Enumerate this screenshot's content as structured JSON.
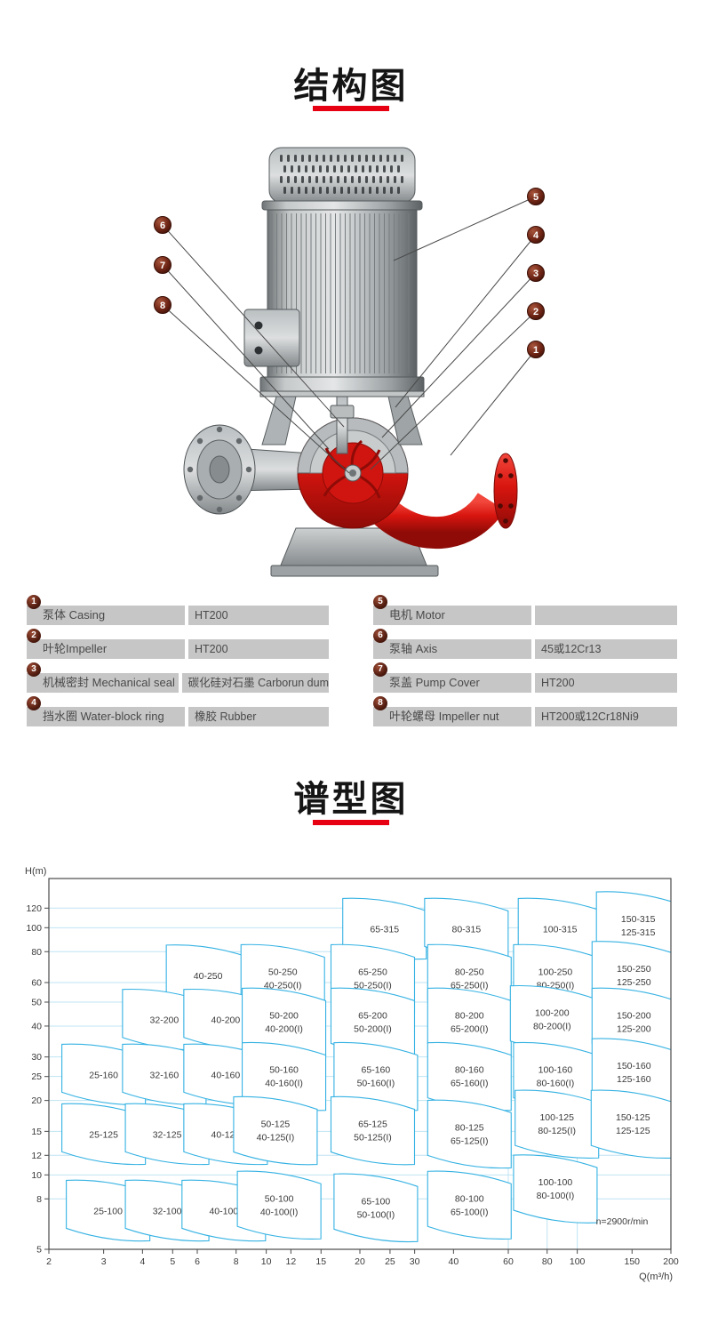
{
  "page": {
    "bg": "#ffffff",
    "accent_red": "#e60012"
  },
  "structure_section": {
    "title": "结构图"
  },
  "diagram": {
    "callouts_right": [
      "5",
      "4",
      "3",
      "2",
      "1"
    ],
    "callouts_left": [
      "6",
      "7",
      "8"
    ]
  },
  "parts_table": {
    "left": [
      {
        "no": "1",
        "name": "泵体 Casing",
        "value": "HT200"
      },
      {
        "no": "2",
        "name": "叶轮Impeller",
        "value": "HT200"
      },
      {
        "no": "3",
        "name": "机械密封 Mechanical seal",
        "value": "碳化硅对石墨 Carborun dum"
      },
      {
        "no": "4",
        "name": "挡水圈 Water-block ring",
        "value": "橡胶 Rubber"
      }
    ],
    "right": [
      {
        "no": "5",
        "name": "电机 Motor",
        "value": ""
      },
      {
        "no": "6",
        "name": "泵轴 Axis",
        "value": "45或12Cr13"
      },
      {
        "no": "7",
        "name": "泵盖 Pump Cover",
        "value": "HT200"
      },
      {
        "no": "8",
        "name": "叶轮螺母 Impeller nut",
        "value": "HT200或12Cr18Ni9"
      }
    ]
  },
  "spectrum_section": {
    "title": "谱型图"
  },
  "chart_data": {
    "type": "area",
    "title": "谱型图",
    "xlabel": "Q(m³/h)",
    "ylabel": "H(m)",
    "x_scale": "log",
    "y_scale": "log",
    "xlim": [
      2,
      200
    ],
    "ylim": [
      5,
      150
    ],
    "x_ticks": [
      2,
      3,
      4,
      5,
      6,
      8,
      10,
      12,
      15,
      20,
      25,
      30,
      40,
      60,
      80,
      100,
      150,
      200
    ],
    "y_ticks": [
      5,
      8,
      10,
      12,
      15,
      20,
      25,
      30,
      40,
      50,
      60,
      80,
      100,
      120
    ],
    "grid": true,
    "annotation": "n=2900r/min",
    "line_color": "#35b2e3",
    "grid_color": "#bfe4f3",
    "regions": [
      {
        "labels": [
          "65-315"
        ],
        "q": 24,
        "h": 105
      },
      {
        "labels": [
          "80-315"
        ],
        "q": 44,
        "h": 105
      },
      {
        "labels": [
          "100-315"
        ],
        "q": 88,
        "h": 105
      },
      {
        "labels": [
          "150-315",
          "125-315"
        ],
        "q": 157,
        "h": 108
      },
      {
        "labels": [
          "40-250"
        ],
        "q": 6.5,
        "h": 68
      },
      {
        "labels": [
          "50-250",
          "40-250(I)"
        ],
        "q": 11.3,
        "h": 66
      },
      {
        "labels": [
          "65-250",
          "50-250(I)"
        ],
        "q": 22,
        "h": 66
      },
      {
        "labels": [
          "80-250",
          "65-250(I)"
        ],
        "q": 45,
        "h": 66
      },
      {
        "labels": [
          "100-250",
          "80-250(I)"
        ],
        "q": 85,
        "h": 66
      },
      {
        "labels": [
          "150-250",
          "125-250"
        ],
        "q": 152,
        "h": 68
      },
      {
        "labels": [
          "32-200"
        ],
        "q": 4.7,
        "h": 45
      },
      {
        "labels": [
          "40-200"
        ],
        "q": 7.4,
        "h": 45
      },
      {
        "labels": [
          "50-200",
          "40-200(I)"
        ],
        "q": 11.4,
        "h": 44
      },
      {
        "labels": [
          "65-200",
          "50-200(I)"
        ],
        "q": 22,
        "h": 44
      },
      {
        "labels": [
          "80-200",
          "65-200(I)"
        ],
        "q": 45,
        "h": 44
      },
      {
        "labels": [
          "100-200",
          "80-200(I)"
        ],
        "q": 83,
        "h": 45
      },
      {
        "labels": [
          "150-200",
          "125-200"
        ],
        "q": 152,
        "h": 44
      },
      {
        "labels": [
          "25-160"
        ],
        "q": 3.0,
        "h": 27
      },
      {
        "labels": [
          "32-160"
        ],
        "q": 4.7,
        "h": 27
      },
      {
        "labels": [
          "40-160"
        ],
        "q": 7.4,
        "h": 27
      },
      {
        "labels": [
          "50-160",
          "40-160(I)"
        ],
        "q": 11.4,
        "h": 26.5
      },
      {
        "labels": [
          "65-160",
          "50-160(I)"
        ],
        "q": 22.5,
        "h": 26.5
      },
      {
        "labels": [
          "80-160",
          "65-160(I)"
        ],
        "q": 45,
        "h": 26.5
      },
      {
        "labels": [
          "100-160",
          "80-160(I)"
        ],
        "q": 85,
        "h": 26.5
      },
      {
        "labels": [
          "150-160",
          "125-160"
        ],
        "q": 152,
        "h": 27.5
      },
      {
        "labels": [
          "25-125"
        ],
        "q": 3.0,
        "h": 15.5
      },
      {
        "labels": [
          "32-125"
        ],
        "q": 4.8,
        "h": 15.5
      },
      {
        "labels": [
          "40-125"
        ],
        "q": 7.4,
        "h": 15.5
      },
      {
        "labels": [
          "50-125",
          "40-125(I)"
        ],
        "q": 10.7,
        "h": 16
      },
      {
        "labels": [
          "65-125",
          "50-125(I)"
        ],
        "q": 22,
        "h": 16
      },
      {
        "labels": [
          "80-125",
          "65-125(I)"
        ],
        "q": 45,
        "h": 15.5
      },
      {
        "labels": [
          "100-125",
          "80-125(I)"
        ],
        "q": 86,
        "h": 17
      },
      {
        "labels": [
          "150-125",
          "125-125"
        ],
        "q": 151,
        "h": 17
      },
      {
        "labels": [
          "25-100"
        ],
        "q": 3.1,
        "h": 7.6
      },
      {
        "labels": [
          "32-100"
        ],
        "q": 4.8,
        "h": 7.6
      },
      {
        "labels": [
          "40-100"
        ],
        "q": 7.3,
        "h": 7.6
      },
      {
        "labels": [
          "50-100",
          "40-100(I)"
        ],
        "q": 11,
        "h": 8
      },
      {
        "labels": [
          "65-100",
          "50-100(I)"
        ],
        "q": 22.5,
        "h": 7.8
      },
      {
        "labels": [
          "80-100",
          "65-100(I)"
        ],
        "q": 45,
        "h": 8
      },
      {
        "labels": [
          "100-100",
          "80-100(I)"
        ],
        "q": 85,
        "h": 9.3
      }
    ]
  }
}
